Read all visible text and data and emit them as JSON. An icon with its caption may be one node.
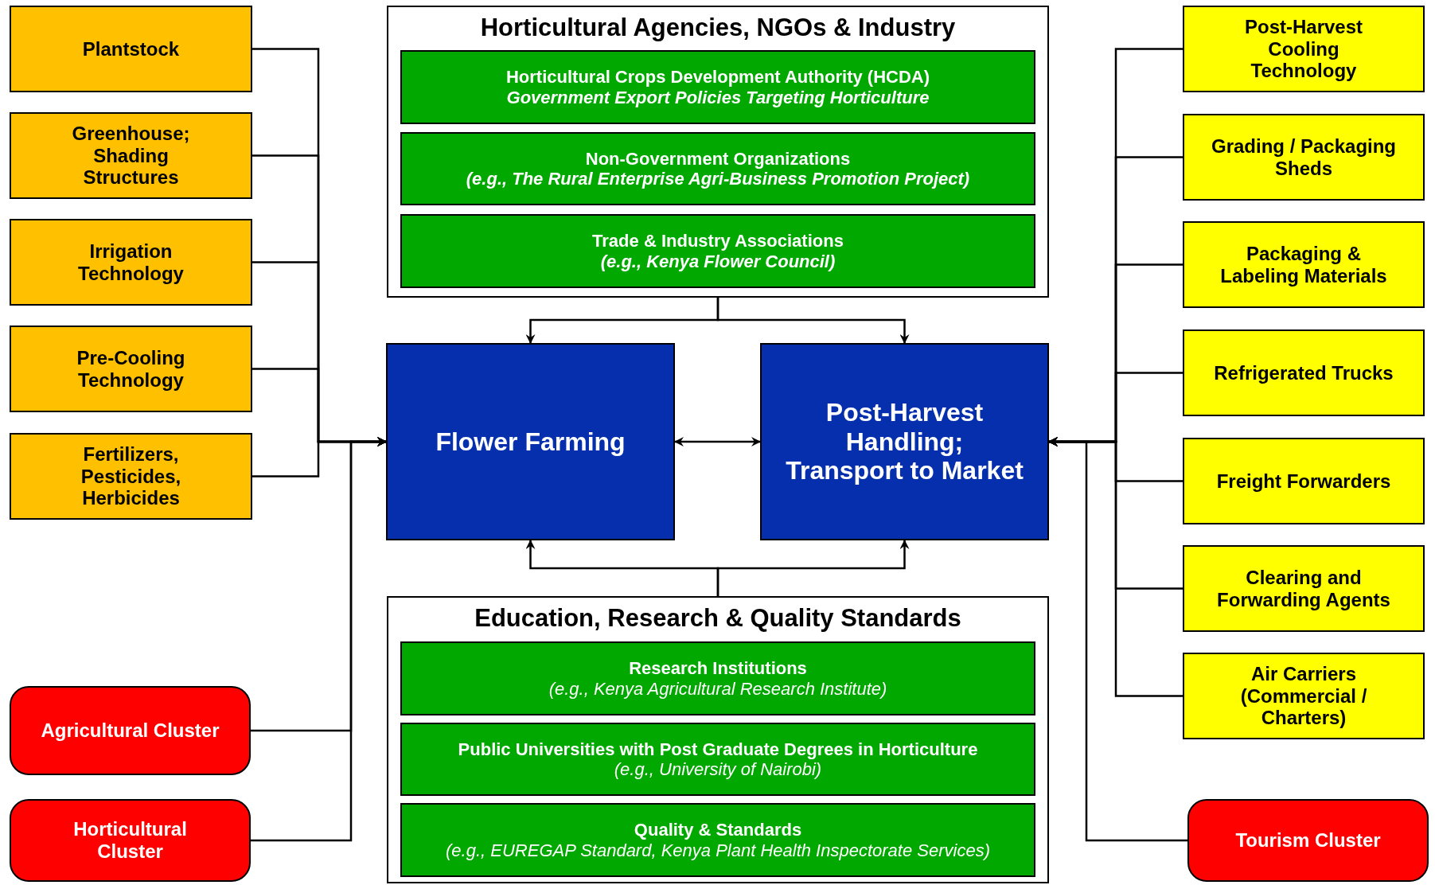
{
  "diagram": {
    "nodes": [
      {
        "text": [
          "Plantstock"
        ]
      },
      {
        "text": [
          "Greenhouse; Shading Structures"
        ]
      },
      {
        "text": [
          "Irrigation Technology"
        ]
      },
      {
        "text": [
          "Pre-Cooling Technology"
        ]
      },
      {
        "text": [
          "Fertilizers, Pesticides, Herbicides"
        ]
      },
      {
        "text": [
          "Horticultural Agencies, NGOs & Industry"
        ]
      },
      {
        "text": [
          "Horticultural Crops Development Authority (HCDA)",
          "Government Export Policies Targeting Horticulture"
        ],
        "in": 5
      },
      {
        "text": [
          "Non-Government Organizations",
          "(e.g., The Rural Enterprise Agri-Business Promotion Project)"
        ],
        "in": 5
      },
      {
        "text": [
          "Trade & Industry Associations",
          "(e.g., Kenya Flower Council)"
        ],
        "in": 5
      },
      {
        "text": [
          "Flower Farming"
        ]
      },
      {
        "text": [
          "Post-Harvest Handling; Transport to Market"
        ]
      },
      {
        "text": [
          "Education, Research & Quality Standards"
        ]
      },
      {
        "text": [
          "Research Institutions",
          "(e.g., Kenya Agricultural Research Institute)"
        ],
        "in": 11
      },
      {
        "text": [
          "Public Universities with Post Graduate Degrees in Horticulture",
          "(e.g., University of Nairobi)"
        ],
        "in": 11
      },
      {
        "text": [
          "Quality & Standards",
          "(e.g., EUREGAP Standard, Kenya Plant Health Inspectorate Services)"
        ],
        "in": 11
      },
      {
        "text": [
          "Agricultural Cluster"
        ]
      },
      {
        "text": [
          "Horticultural Cluster"
        ]
      },
      {
        "text": [
          "Post-Harvest Cooling Technology"
        ]
      },
      {
        "text": [
          "Grading / Packaging Sheds"
        ]
      },
      {
        "text": [
          "Packaging & Labeling Materials"
        ]
      },
      {
        "text": [
          "Refrigerated Trucks"
        ]
      },
      {
        "text": [
          "Freight Forwarders"
        ]
      },
      {
        "text": [
          "Clearing and Forwarding Agents"
        ]
      },
      {
        "text": [
          "Air Carriers (Commercial / Charters)"
        ]
      },
      {
        "text": [
          "Tourism Cluster"
        ]
      }
    ],
    "edges": [
      {
        "from": 0,
        "to": 9,
        "arrow": "to"
      },
      {
        "from": 1,
        "to": 9,
        "arrow": "to"
      },
      {
        "from": 2,
        "to": 9,
        "arrow": "to"
      },
      {
        "from": 3,
        "to": 9,
        "arrow": "to"
      },
      {
        "from": 4,
        "to": 9,
        "arrow": "to"
      },
      {
        "from": 5,
        "to": 9,
        "arrow": "to"
      },
      {
        "from": 5,
        "to": 10,
        "arrow": "to"
      },
      {
        "from": 9,
        "to": 10,
        "arrow": "both"
      },
      {
        "from": 11,
        "to": 9,
        "arrow": "to"
      },
      {
        "from": 11,
        "to": 10,
        "arrow": "to"
      },
      {
        "from": 15,
        "to": 9,
        "arrow": "to"
      },
      {
        "from": 16,
        "to": 9,
        "arrow": "to"
      },
      {
        "from": 17,
        "to": 10,
        "arrow": "to"
      },
      {
        "from": 18,
        "to": 10,
        "arrow": "to"
      },
      {
        "from": 19,
        "to": 10,
        "arrow": "to"
      },
      {
        "from": 20,
        "to": 10,
        "arrow": "to"
      },
      {
        "from": 21,
        "to": 10,
        "arrow": "to"
      },
      {
        "from": 22,
        "to": 10,
        "arrow": "to"
      },
      {
        "from": 23,
        "to": 10,
        "arrow": "to"
      },
      {
        "from": 24,
        "to": 10,
        "arrow": "to"
      }
    ]
  }
}
